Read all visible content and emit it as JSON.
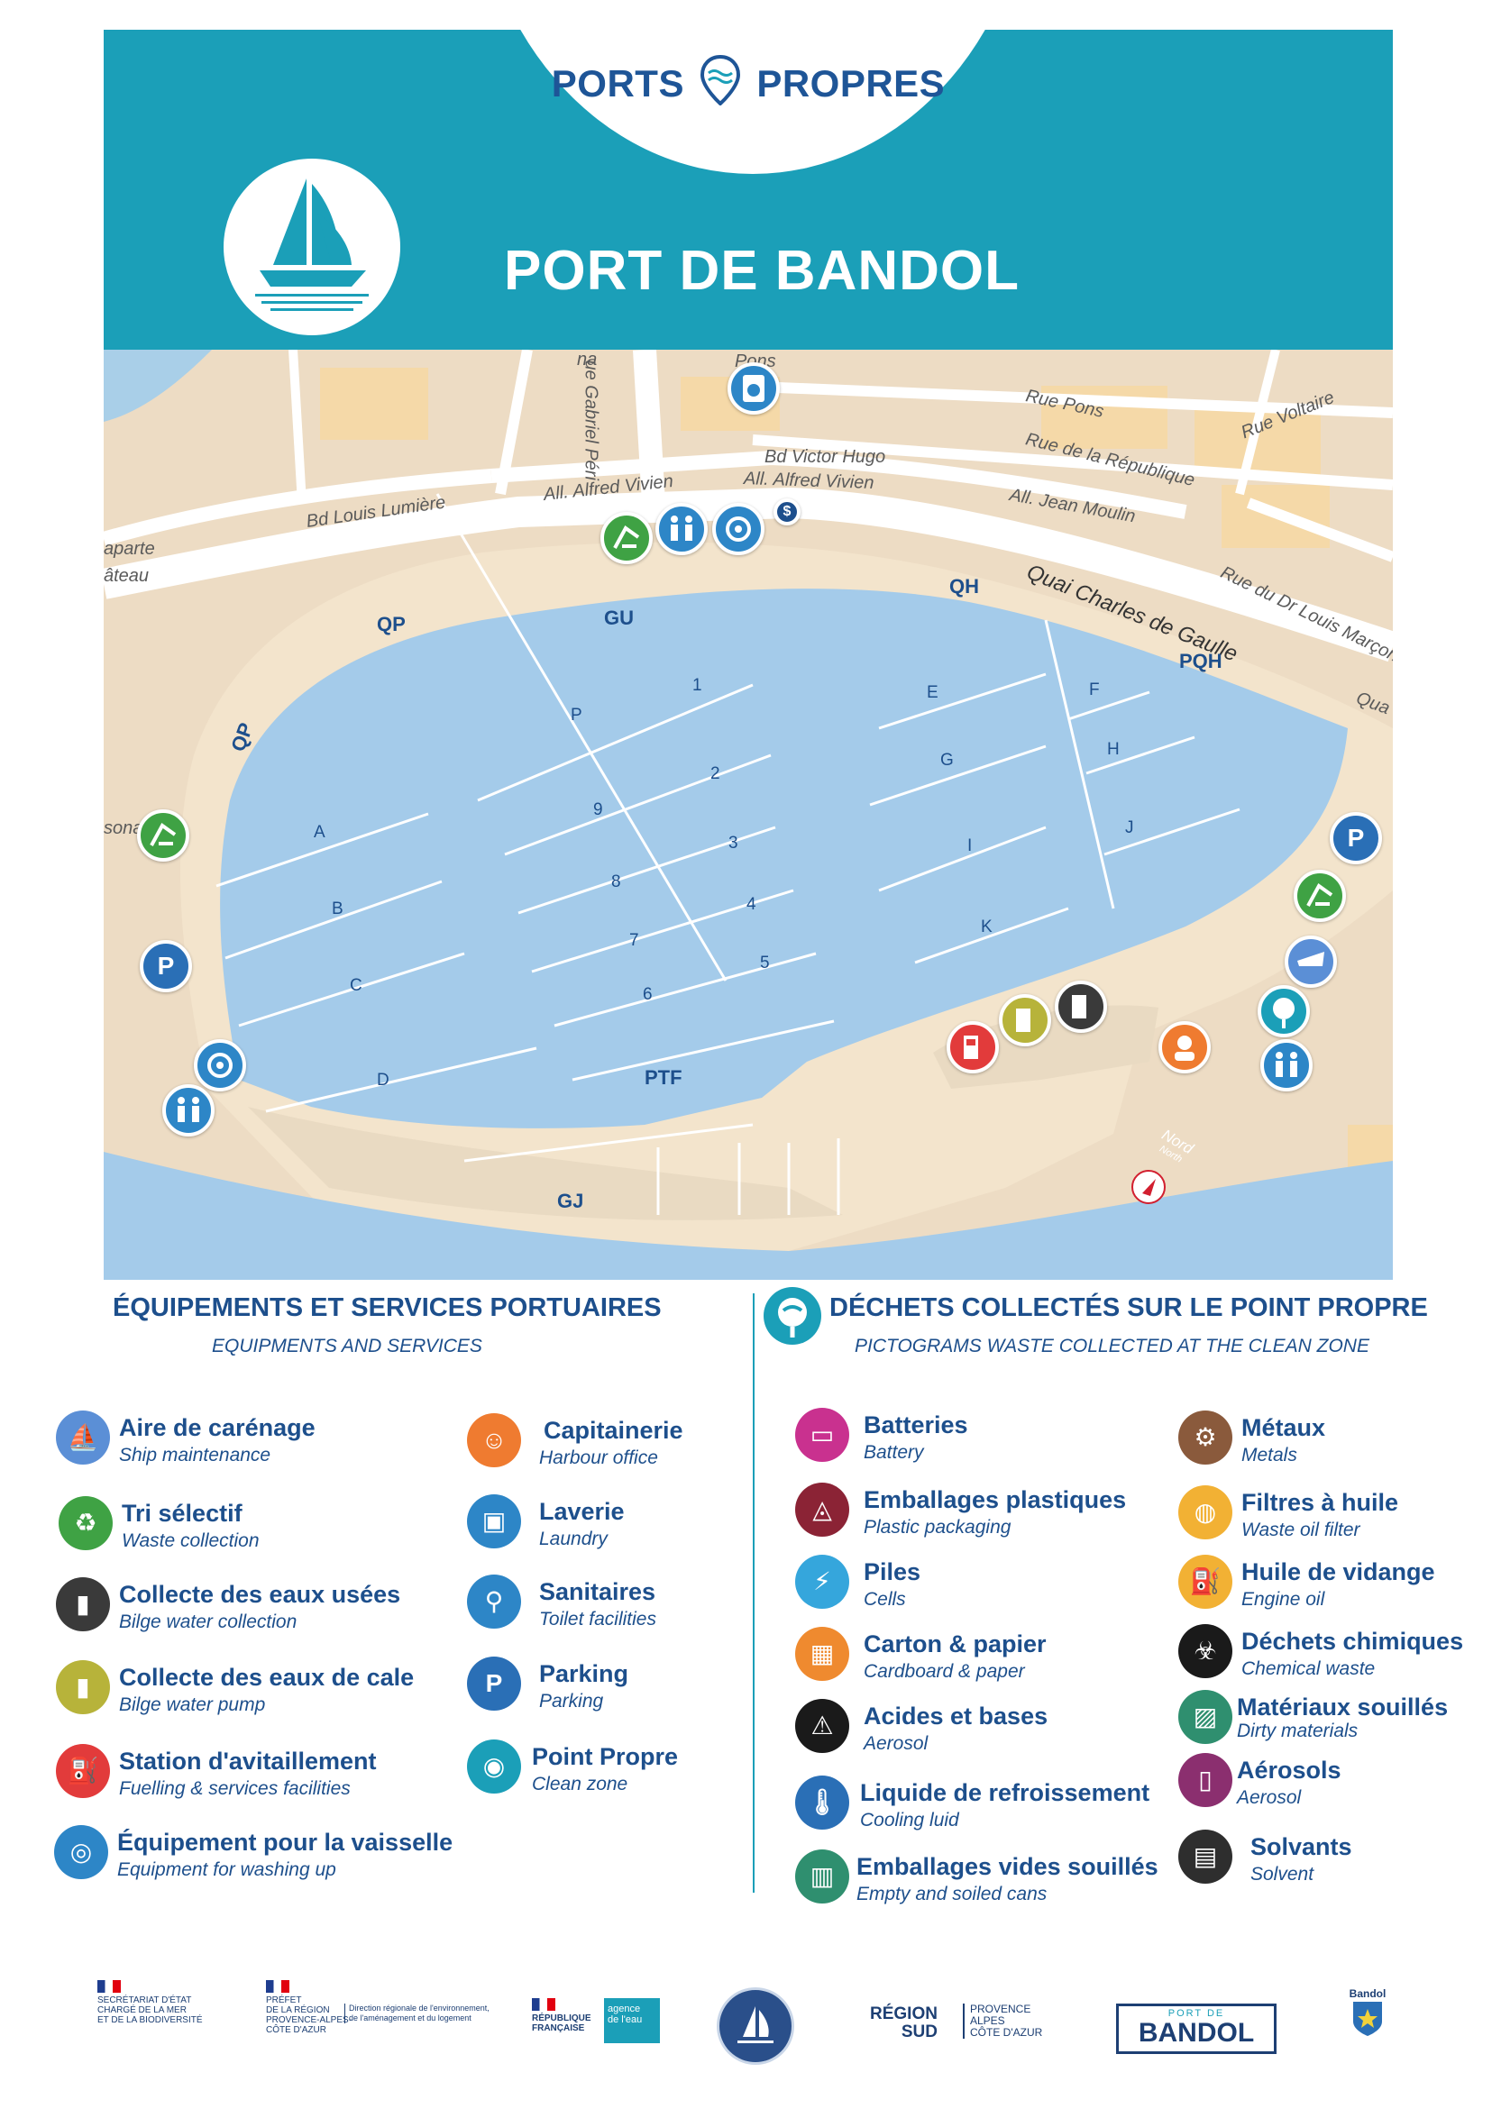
{
  "header": {
    "logo_left": "PORTS",
    "logo_right": "PROPRES",
    "title": "PORT DE BANDOL",
    "color": "#1b9fb8"
  },
  "map": {
    "streets": {
      "pons": "Pons",
      "gabriel_peri": "ue Gabriel Péri",
      "rue_pons": "Rue Pons",
      "rue_voltaire": "Rue Voltaire",
      "rue_republique": "Rue de la République",
      "victor_hugo": "Bd Victor Hugo",
      "alfred_vivien_1": "All. Alfred Vivien",
      "alfred_vivien_2": "All. Alfred Vivien",
      "jean_moulin": "All. Jean Moulin",
      "louis_lumiere": "Bd Louis Lumière",
      "dr_louis_marcon": "Rue du Dr Louis Marçon",
      "charles_de_gaulle": "Quai Charles de Gaulle",
      "qua": "Qua",
      "aparte": "aparte",
      "ateau": "âteau",
      "sonar": "sonar",
      "na": "na"
    },
    "docks": {
      "gu": "GU",
      "qh": "QH",
      "pqh": "PQH",
      "qp1": "QP",
      "qp2": "QP",
      "ptf": "PTF",
      "gj": "GJ"
    },
    "pontoons": [
      "1",
      "2",
      "3",
      "4",
      "5",
      "6",
      "7",
      "8",
      "9",
      "P",
      "A",
      "B",
      "C",
      "D",
      "E",
      "F",
      "G",
      "H",
      "I",
      "J",
      "K"
    ],
    "compass": {
      "label": "Nord",
      "sub": "North"
    }
  },
  "services": {
    "title": "ÉQUIPEMENTS ET SERVICES PORTUAIRES",
    "subtitle": "EQUIPMENTS AND SERVICES",
    "items": [
      {
        "label": "Aire de carénage",
        "en": "Ship maintenance",
        "icon": "boat-lift-icon",
        "color": "#5b8fd6"
      },
      {
        "label": "Tri sélectif",
        "en": "Waste collection",
        "icon": "recycle-icon",
        "color": "#3fa244"
      },
      {
        "label": "Collecte des eaux usées",
        "en": "Bilge water collection",
        "icon": "pump-icon",
        "color": "#3a3a3a"
      },
      {
        "label": "Collecte des eaux de cale",
        "en": "Bilge water pump",
        "icon": "pump-icon",
        "color": "#b7b33a"
      },
      {
        "label": "Station d'avitaillement",
        "en": "Fuelling & services facilities",
        "icon": "fuel-icon",
        "color": "#e23b3b"
      },
      {
        "label": "Équipement pour la vaisselle",
        "en": "Equipment for washing up",
        "icon": "dish-icon",
        "color": "#2d86c7"
      },
      {
        "label": "Capitainerie",
        "en": "Harbour office",
        "icon": "captain-icon",
        "color": "#ef7b30"
      },
      {
        "label": "Laverie",
        "en": "Laundry",
        "icon": "laundry-icon",
        "color": "#2d86c7"
      },
      {
        "label": "Sanitaires",
        "en": "Toilet facilities",
        "icon": "toilet-icon",
        "color": "#2d86c7"
      },
      {
        "label": "Parking",
        "en": "Parking",
        "icon": "parking-icon",
        "color": "#2a6fb6"
      },
      {
        "label": "Point Propre",
        "en": "Clean zone",
        "icon": "clean-zone-icon",
        "color": "#1b9fb8"
      }
    ]
  },
  "waste": {
    "title": "DÉCHETS COLLECTÉS SUR LE POINT PROPRE",
    "subtitle": "PICTOGRAMS WASTE COLLECTED AT THE CLEAN ZONE",
    "items": [
      {
        "label": "Batteries",
        "en": "Battery",
        "icon": "battery-icon",
        "color": "#c9318f"
      },
      {
        "label": "Emballages plastiques",
        "en": "Plastic packaging",
        "icon": "plastic-icon",
        "color": "#8b2335"
      },
      {
        "label": "Piles",
        "en": "Cells",
        "icon": "cells-icon",
        "color": "#35a6dc"
      },
      {
        "label": "Carton & papier",
        "en": "Cardboard & paper",
        "icon": "box-icon",
        "color": "#ef8a2f"
      },
      {
        "label": "Acides et bases",
        "en": "Aerosol",
        "icon": "warning-icon",
        "color": "#1a1a1a"
      },
      {
        "label": "Liquide de refroissement",
        "en": "Cooling luid",
        "icon": "thermometer-icon",
        "color": "#2a6fb6"
      },
      {
        "label": "Emballages vides souillés",
        "en": "Empty and soiled cans",
        "icon": "cans-icon",
        "color": "#2f8f6f"
      },
      {
        "label": "Métaux",
        "en": "Metals",
        "icon": "bike-icon",
        "color": "#8a5a3c"
      },
      {
        "label": "Filtres à huile",
        "en": "Waste oil filter",
        "icon": "filter-icon",
        "color": "#f2b134"
      },
      {
        "label": "Huile de vidange",
        "en": "Engine oil",
        "icon": "oil-can-icon",
        "color": "#f2b134"
      },
      {
        "label": "Déchets chimiques",
        "en": "Chemical waste",
        "icon": "chemical-icon",
        "color": "#1a1a1a"
      },
      {
        "label": "Matériaux souillés",
        "en": "Dirty materials",
        "icon": "materials-icon",
        "color": "#2f8f6f"
      },
      {
        "label": "Aérosols",
        "en": "Aerosol",
        "icon": "aerosol-icon",
        "color": "#8b2f6f"
      },
      {
        "label": "Solvants",
        "en": "Solvent",
        "icon": "solvent-icon",
        "color": "#2e2e2e"
      }
    ]
  },
  "footer": {
    "secretariat": [
      "SECRÉTARIAT D'ÉTAT",
      "CHARGÉ DE LA MER",
      "ET DE LA BIODIVERSITÉ"
    ],
    "prefet": [
      "PRÉFET",
      "DE LA RÉGION",
      "PROVENCE-ALPES-",
      "CÔTE D'AZUR"
    ],
    "dreal": [
      "Direction régionale de l'environnement,",
      "de l'aménagement et du logement"
    ],
    "republique": [
      "RÉPUBLIQUE",
      "FRANÇAISE"
    ],
    "agence": [
      "agence",
      "de l'eau"
    ],
    "region_left": [
      "RÉGION",
      "SUD"
    ],
    "region_right": [
      "PROVENCE",
      "ALPES",
      "CÔTE D'AZUR"
    ],
    "port_de": "PORT DE",
    "bandol": "BANDOL",
    "bandol_city": "Bandol"
  }
}
